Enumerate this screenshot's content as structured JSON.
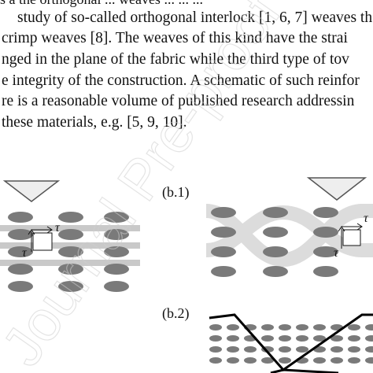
{
  "paper": {
    "lines": [
      "study of so-called orthogonal interlock [1, 6, 7] weaves th",
      "crimp weaves [8]. The weaves of this kind have the strai",
      "nged in the plane of the fabric while the third type of tov",
      "e integrity of the construction. A schematic of such reinfor",
      "re is a reasonable volume of published research addressin",
      " these materials, e.g. [5, 9, 10]."
    ],
    "top_cut_line": "s a the orthogonal ... weaves ... ... ..."
  },
  "figure": {
    "label_b1": "(b.1)",
    "label_b2": "(b.2)",
    "shear_symbol": "τ"
  },
  "watermark": {
    "text": "Journal Pre-proof"
  },
  "colors": {
    "tow": "#7a7a7a",
    "weft_bar": "#c9c9c9",
    "watermark": "#e6e6e6",
    "arrow_fill": "#eeeeee",
    "arrow_stroke": "#555555",
    "binder": "#000000"
  }
}
